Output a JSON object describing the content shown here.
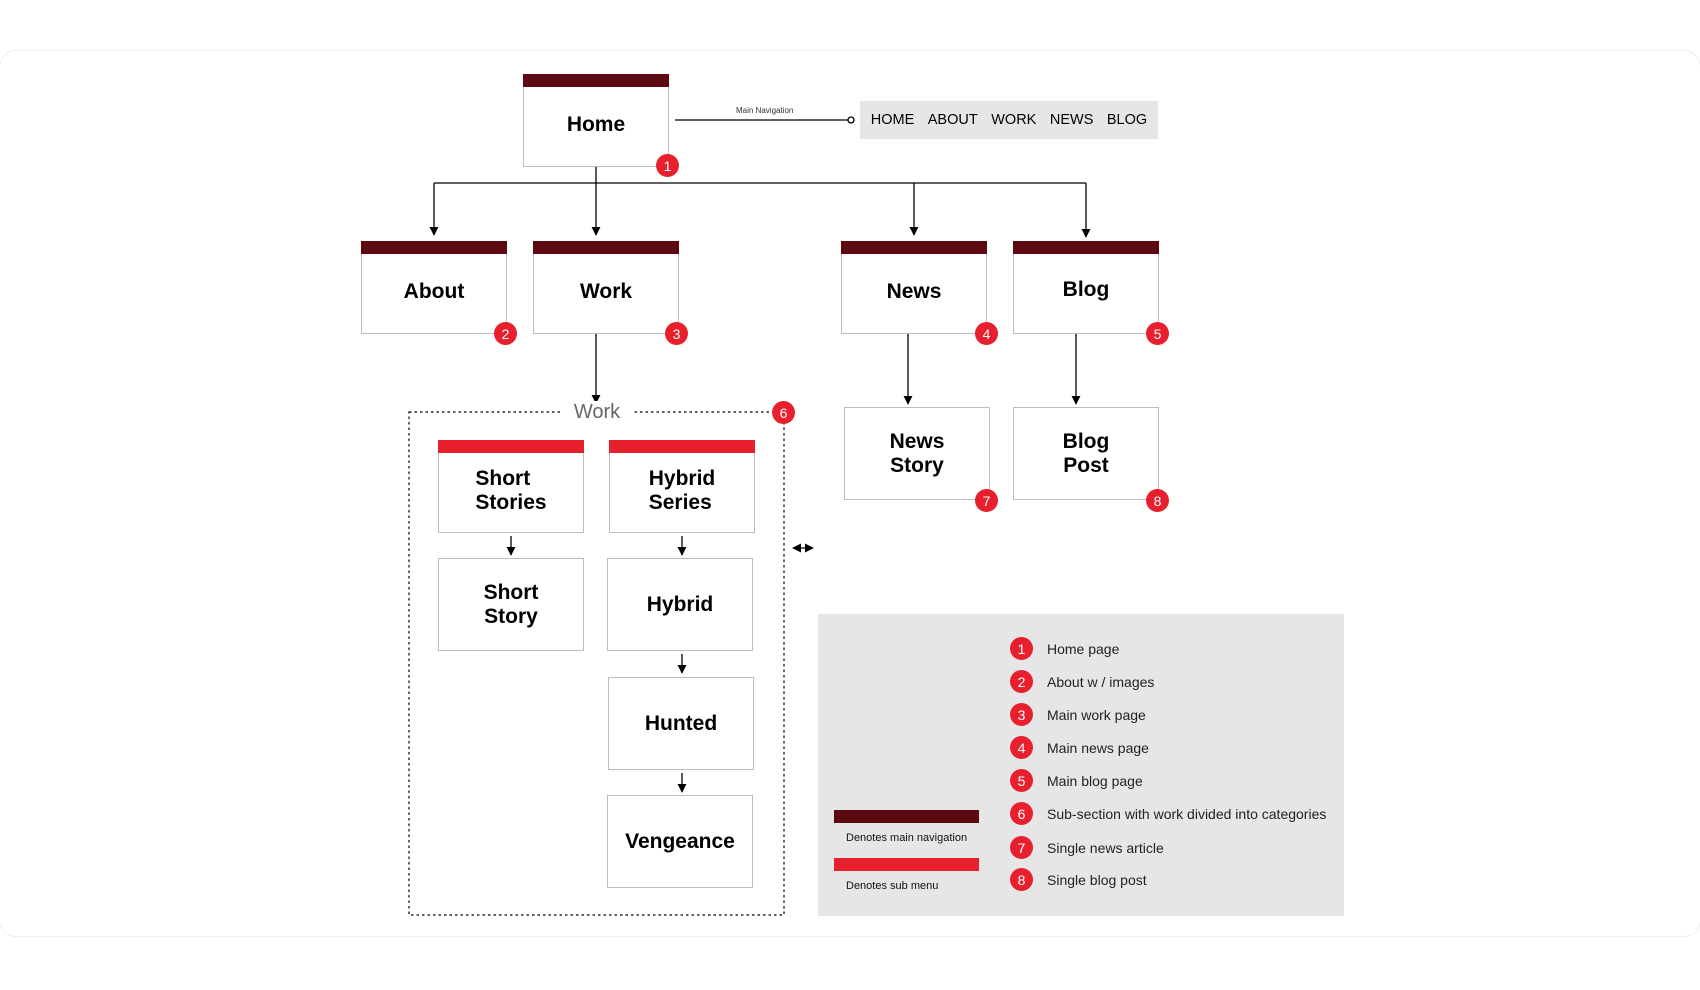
{
  "pages": {
    "home": {
      "label": "Home",
      "badge": "1"
    },
    "about": {
      "label": "About",
      "badge": "2"
    },
    "work": {
      "label": "Work",
      "badge": "3"
    },
    "news": {
      "label": "News",
      "badge": "4"
    },
    "blog": {
      "label": "Blog",
      "badge": "5"
    },
    "news_story": {
      "label": "News\nStory",
      "badge": "7"
    },
    "blog_post": {
      "label": "Blog\nPost",
      "badge": "8"
    },
    "short_stories": {
      "label": "Short\nStories"
    },
    "hybrid_series": {
      "label": "Hybrid\nSeries"
    },
    "short_story": {
      "label": "Short\nStory"
    },
    "hybrid": {
      "label": "Hybrid"
    },
    "hunted": {
      "label": "Hunted"
    },
    "vengeance": {
      "label": "Vengeance"
    }
  },
  "main_navigation": {
    "caption": "Main Navigation",
    "items": [
      "HOME",
      "ABOUT",
      "WORK",
      "NEWS",
      "BLOG"
    ]
  },
  "work_group": {
    "label": "Work",
    "badge": "6"
  },
  "legend": {
    "items": [
      {
        "num": "1",
        "text": "Home page"
      },
      {
        "num": "2",
        "text": "About w / images"
      },
      {
        "num": "3",
        "text": "Main work page"
      },
      {
        "num": "4",
        "text": "Main news page"
      },
      {
        "num": "5",
        "text": "Main blog page"
      },
      {
        "num": "6",
        "text": "Sub-section with work divided into categories"
      },
      {
        "num": "7",
        "text": "Single news article"
      },
      {
        "num": "8",
        "text": "Single blog post"
      }
    ],
    "main_nav_key": "Denotes main navigation",
    "sub_menu_key": "Denotes sub menu"
  },
  "colors": {
    "main_nav_bar": "#5c0a10",
    "sub_menu_bar": "#e8202e",
    "badge": "#e8202e",
    "legend_bg": "#e6e6e6"
  }
}
